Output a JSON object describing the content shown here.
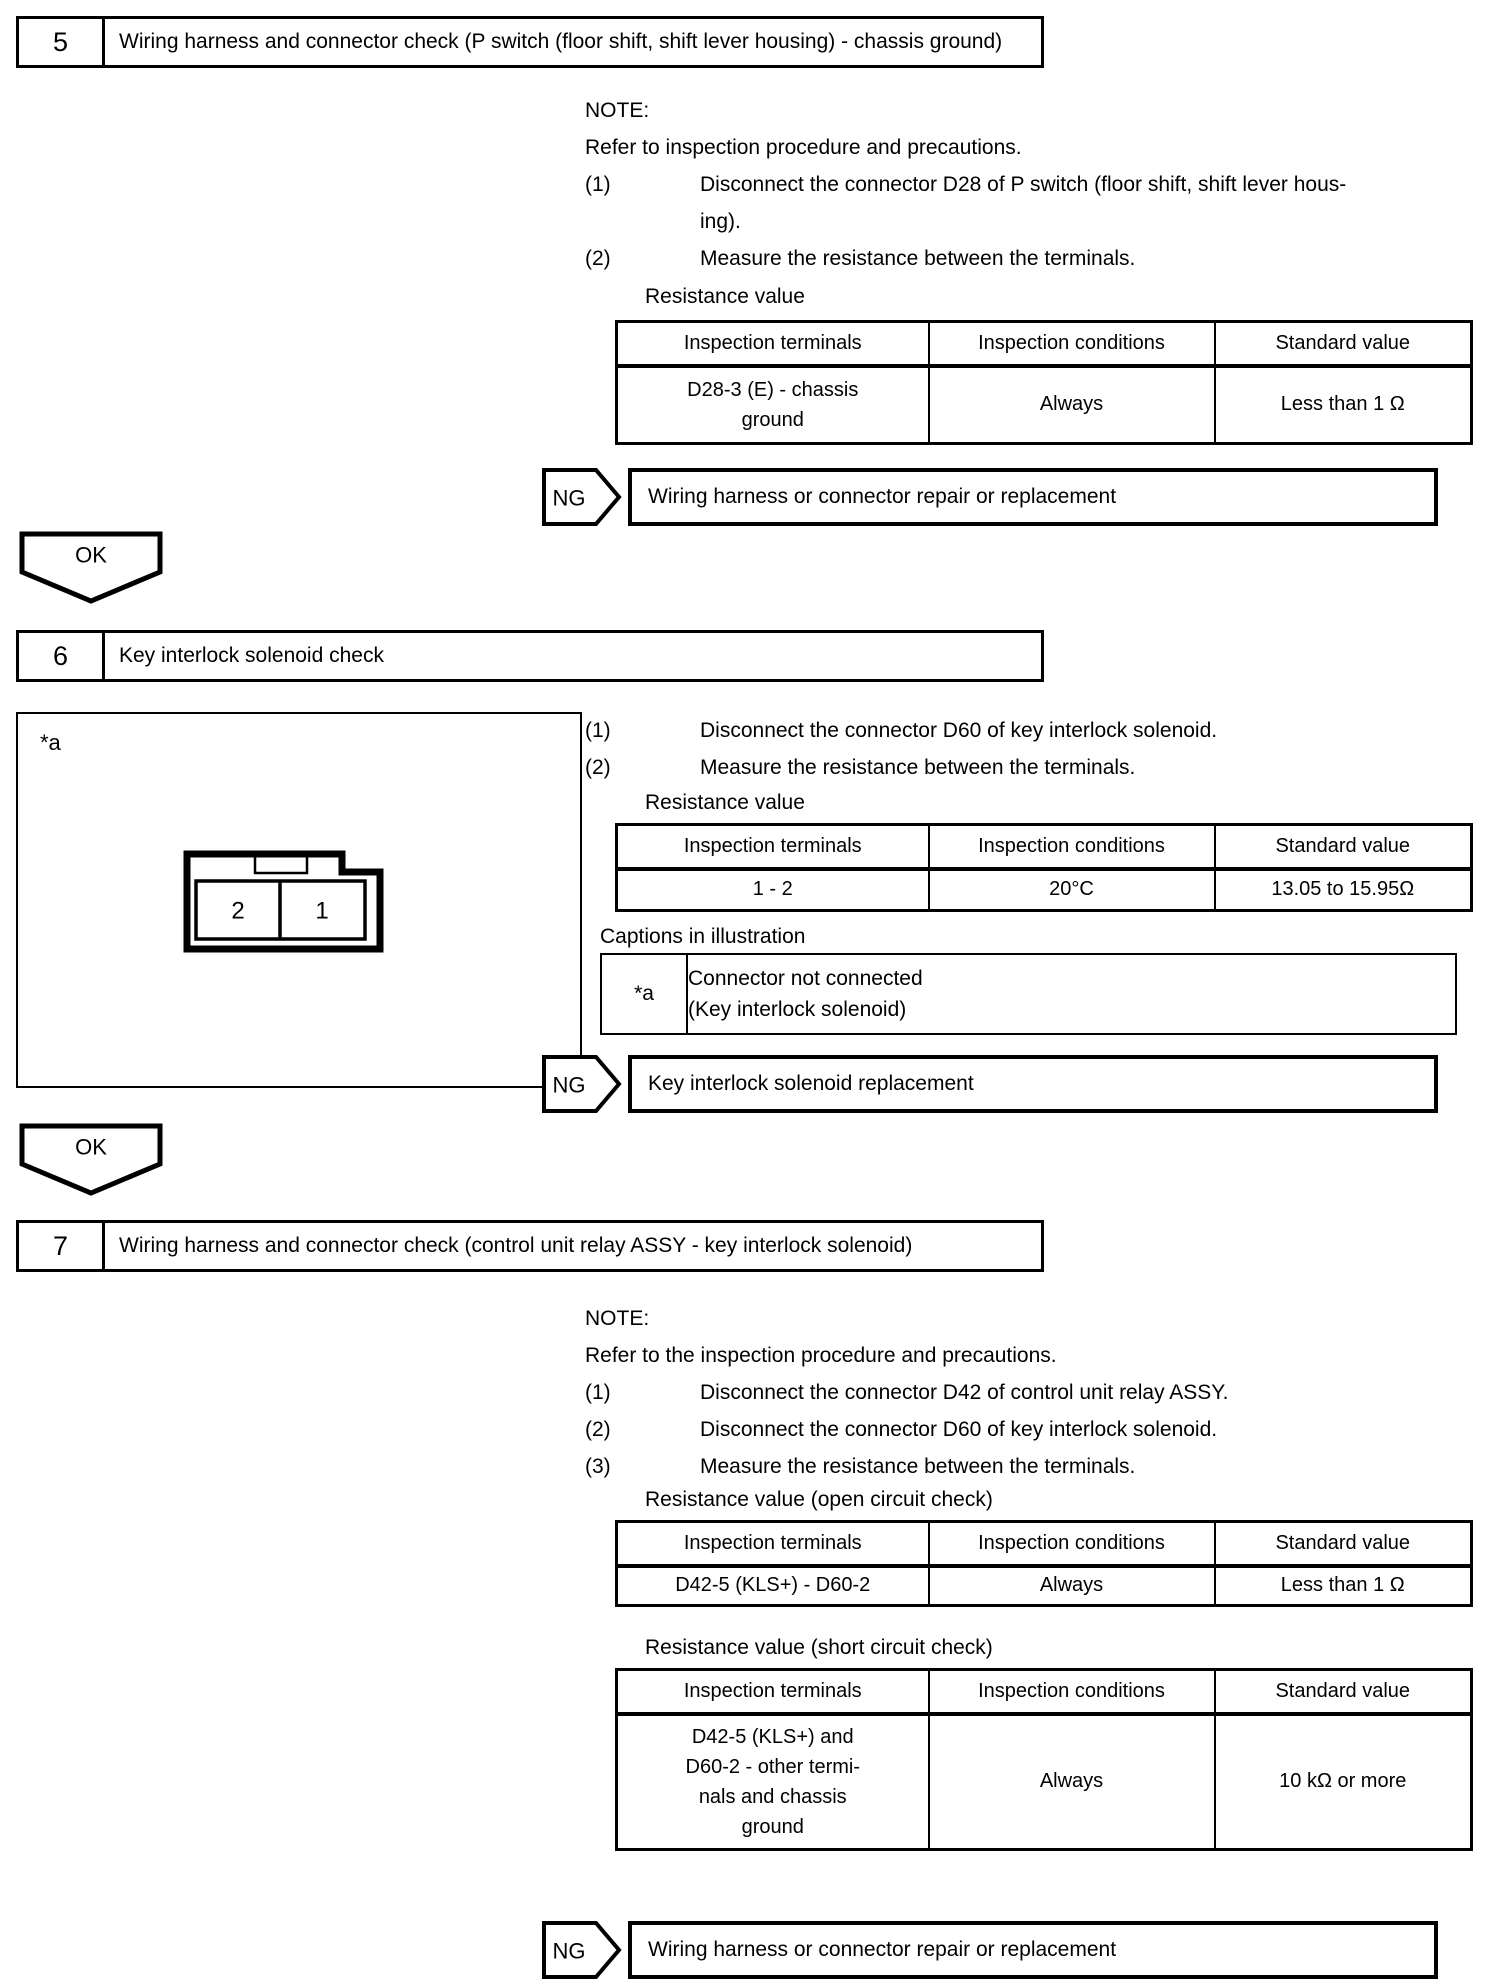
{
  "section5": {
    "number": "5",
    "title": "Wiring harness and connector check (P switch (floor shift, shift lever housing) - chassis ground)",
    "note_label": "NOTE:",
    "note_intro": "Refer to inspection procedure and precautions.",
    "steps": [
      {
        "num": "(1)",
        "lines": [
          "Disconnect the connector D28 of P switch (floor shift, shift lever hous-",
          "ing)."
        ]
      },
      {
        "num": "(2)",
        "lines": [
          "Measure the resistance between the terminals."
        ]
      }
    ],
    "table_caption": "Resistance value",
    "table": {
      "headers": [
        "Inspection terminals",
        "Inspection conditions",
        "Standard value"
      ],
      "row": {
        "terminals_lines": [
          "D28-3 (E) - chassis",
          "ground"
        ],
        "condition": "Always",
        "standard": "Less than 1 Ω"
      }
    },
    "ng": {
      "label": "NG",
      "action": "Wiring harness or connector repair or replacement"
    },
    "ok_label": "OK"
  },
  "section6": {
    "number": "6",
    "title": "Key interlock solenoid check",
    "illustration": {
      "tag": "*a",
      "terminal_left": "2",
      "terminal_right": "1"
    },
    "steps": [
      {
        "num": "(1)",
        "lines": [
          "Disconnect the connector D60 of key interlock solenoid."
        ]
      },
      {
        "num": "(2)",
        "lines": [
          "Measure the resistance between the terminals."
        ]
      }
    ],
    "table_caption": "Resistance value",
    "table": {
      "headers": [
        "Inspection terminals",
        "Inspection conditions",
        "Standard value"
      ],
      "row": {
        "terminals": "1 - 2",
        "condition": "20°C",
        "standard": "13.05 to 15.95Ω"
      }
    },
    "captions_label": "Captions in illustration",
    "captions": {
      "key": "*a",
      "lines": [
        "Connector not connected",
        "(Key interlock solenoid)"
      ]
    },
    "ng": {
      "label": "NG",
      "action": "Key interlock solenoid replacement"
    },
    "ok_label": "OK"
  },
  "section7": {
    "number": "7",
    "title": "Wiring harness and connector check (control unit relay ASSY - key interlock solenoid)",
    "note_label": "NOTE:",
    "note_intro": "Refer to the inspection procedure and precautions.",
    "steps": [
      {
        "num": "(1)",
        "lines": [
          "Disconnect the connector D42 of control unit relay ASSY."
        ]
      },
      {
        "num": "(2)",
        "lines": [
          "Disconnect the connector D60 of key interlock solenoid."
        ]
      },
      {
        "num": "(3)",
        "lines": [
          "Measure the resistance between the terminals."
        ]
      }
    ],
    "open_table_caption": "Resistance value (open circuit check)",
    "open_table": {
      "headers": [
        "Inspection terminals",
        "Inspection conditions",
        "Standard value"
      ],
      "row": {
        "terminals": "D42-5 (KLS+) - D60-2",
        "condition": "Always",
        "standard": "Less than 1 Ω"
      }
    },
    "short_table_caption": "Resistance value (short circuit check)",
    "short_table": {
      "headers": [
        "Inspection terminals",
        "Inspection conditions",
        "Standard value"
      ],
      "row": {
        "terminals_lines": [
          "D42-5 (KLS+) and",
          "D60-2 - other termi-",
          "nals and chassis",
          "ground"
        ],
        "condition": "Always",
        "standard": "10 kΩ or more"
      }
    },
    "ng": {
      "label": "NG",
      "action": "Wiring harness or connector repair or replacement"
    }
  }
}
